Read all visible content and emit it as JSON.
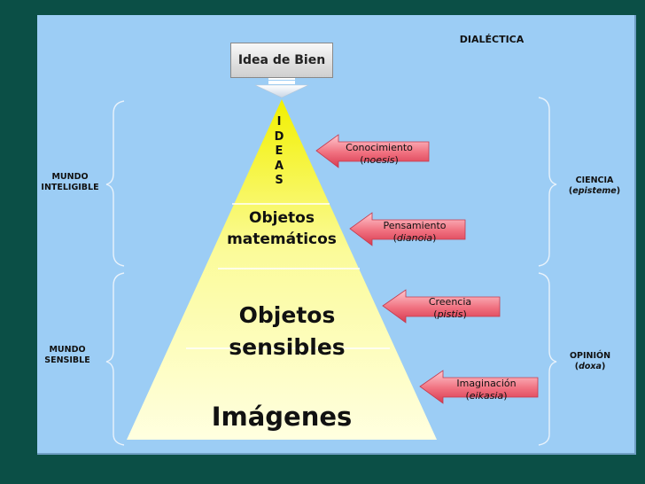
{
  "title": "DIALÉCTICA",
  "top_box": "Idea de Bien",
  "pyramid": {
    "ideas_letters": [
      "I",
      "D",
      "E",
      "A",
      "S"
    ],
    "level_mathematical": [
      "Objetos",
      "matemáticos"
    ],
    "level_sensible": [
      "Objetos",
      "sensibles"
    ],
    "level_images": "Imágenes"
  },
  "arrows": [
    {
      "label": "Conocimiento",
      "sub": "noesis"
    },
    {
      "label": "Pensamiento",
      "sub": "dianoia"
    },
    {
      "label": "Creencia",
      "sub": "pistis"
    },
    {
      "label": "Imaginación",
      "sub": "eikasia"
    }
  ],
  "left": {
    "intelligible": [
      "MUNDO",
      "INTELIGIBLE"
    ],
    "sensible": [
      "MUNDO",
      "SENSIBLE"
    ]
  },
  "right": {
    "science": {
      "label": "CIENCIA",
      "sub": "episteme"
    },
    "opinion": {
      "label": "OPINIÓN",
      "sub": "doxa"
    }
  },
  "colors": {
    "background": "#0b4f46",
    "panel": "#9ccdf5",
    "pyramid_top": "#f0f000",
    "pyramid_bottom": "#ffffd8",
    "arrow": "#ee5a6e"
  }
}
